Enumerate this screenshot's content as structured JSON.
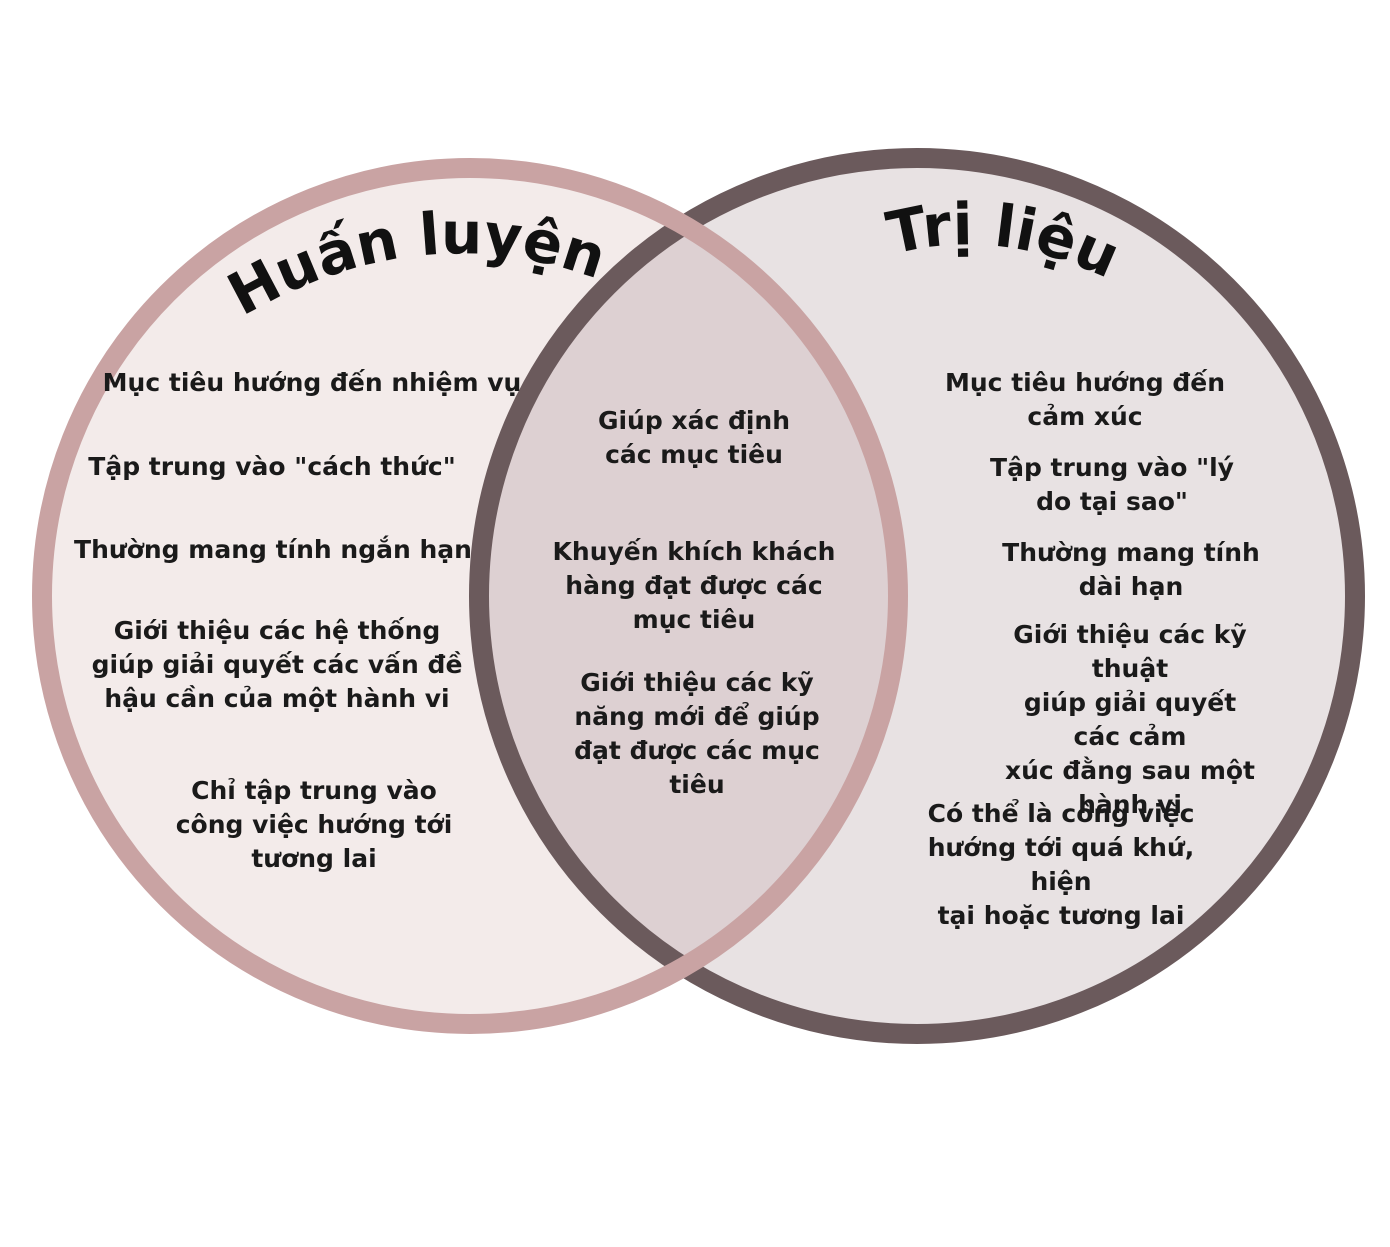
{
  "colors": {
    "left_fill": "#f3ebea",
    "left_border": "#c9a3a3",
    "right_fill": "#e8e2e3",
    "right_border": "#6b5a5c",
    "overlap_fill": "#ddd0d2",
    "text": "#1a1a1a"
  },
  "left": {
    "title": "Huấn luyện",
    "items": [
      "Mục tiêu hướng đến nhiệm vụ",
      "Tập trung vào \"cách thức\"",
      "Thường mang tính ngắn hạn",
      "Giới thiệu các hệ thống\ngiúp giải quyết các vấn đề\nhậu cần của một hành vi",
      "Chỉ tập trung vào\ncông việc hướng tới\ntương lai"
    ]
  },
  "right": {
    "title": "Trị liệu",
    "items": [
      "Mục tiêu hướng đến cảm xúc",
      "Tập trung vào \"lý do tại sao\"",
      "Thường mang tính dài hạn",
      "Giới thiệu các kỹ thuật\ngiúp giải quyết các cảm\nxúc đằng sau một\nhành vi",
      "Có thể là công việc\nhướng tới quá khứ, hiện\ntại hoặc tương lai"
    ]
  },
  "overlap": {
    "items": [
      "Giúp xác định\ncác mục tiêu",
      "Khuyến khích khách\nhàng đạt được các\nmục tiêu",
      "Giới thiệu các kỹ\nnăng mới để giúp\nđạt được các mục\ntiêu"
    ]
  }
}
